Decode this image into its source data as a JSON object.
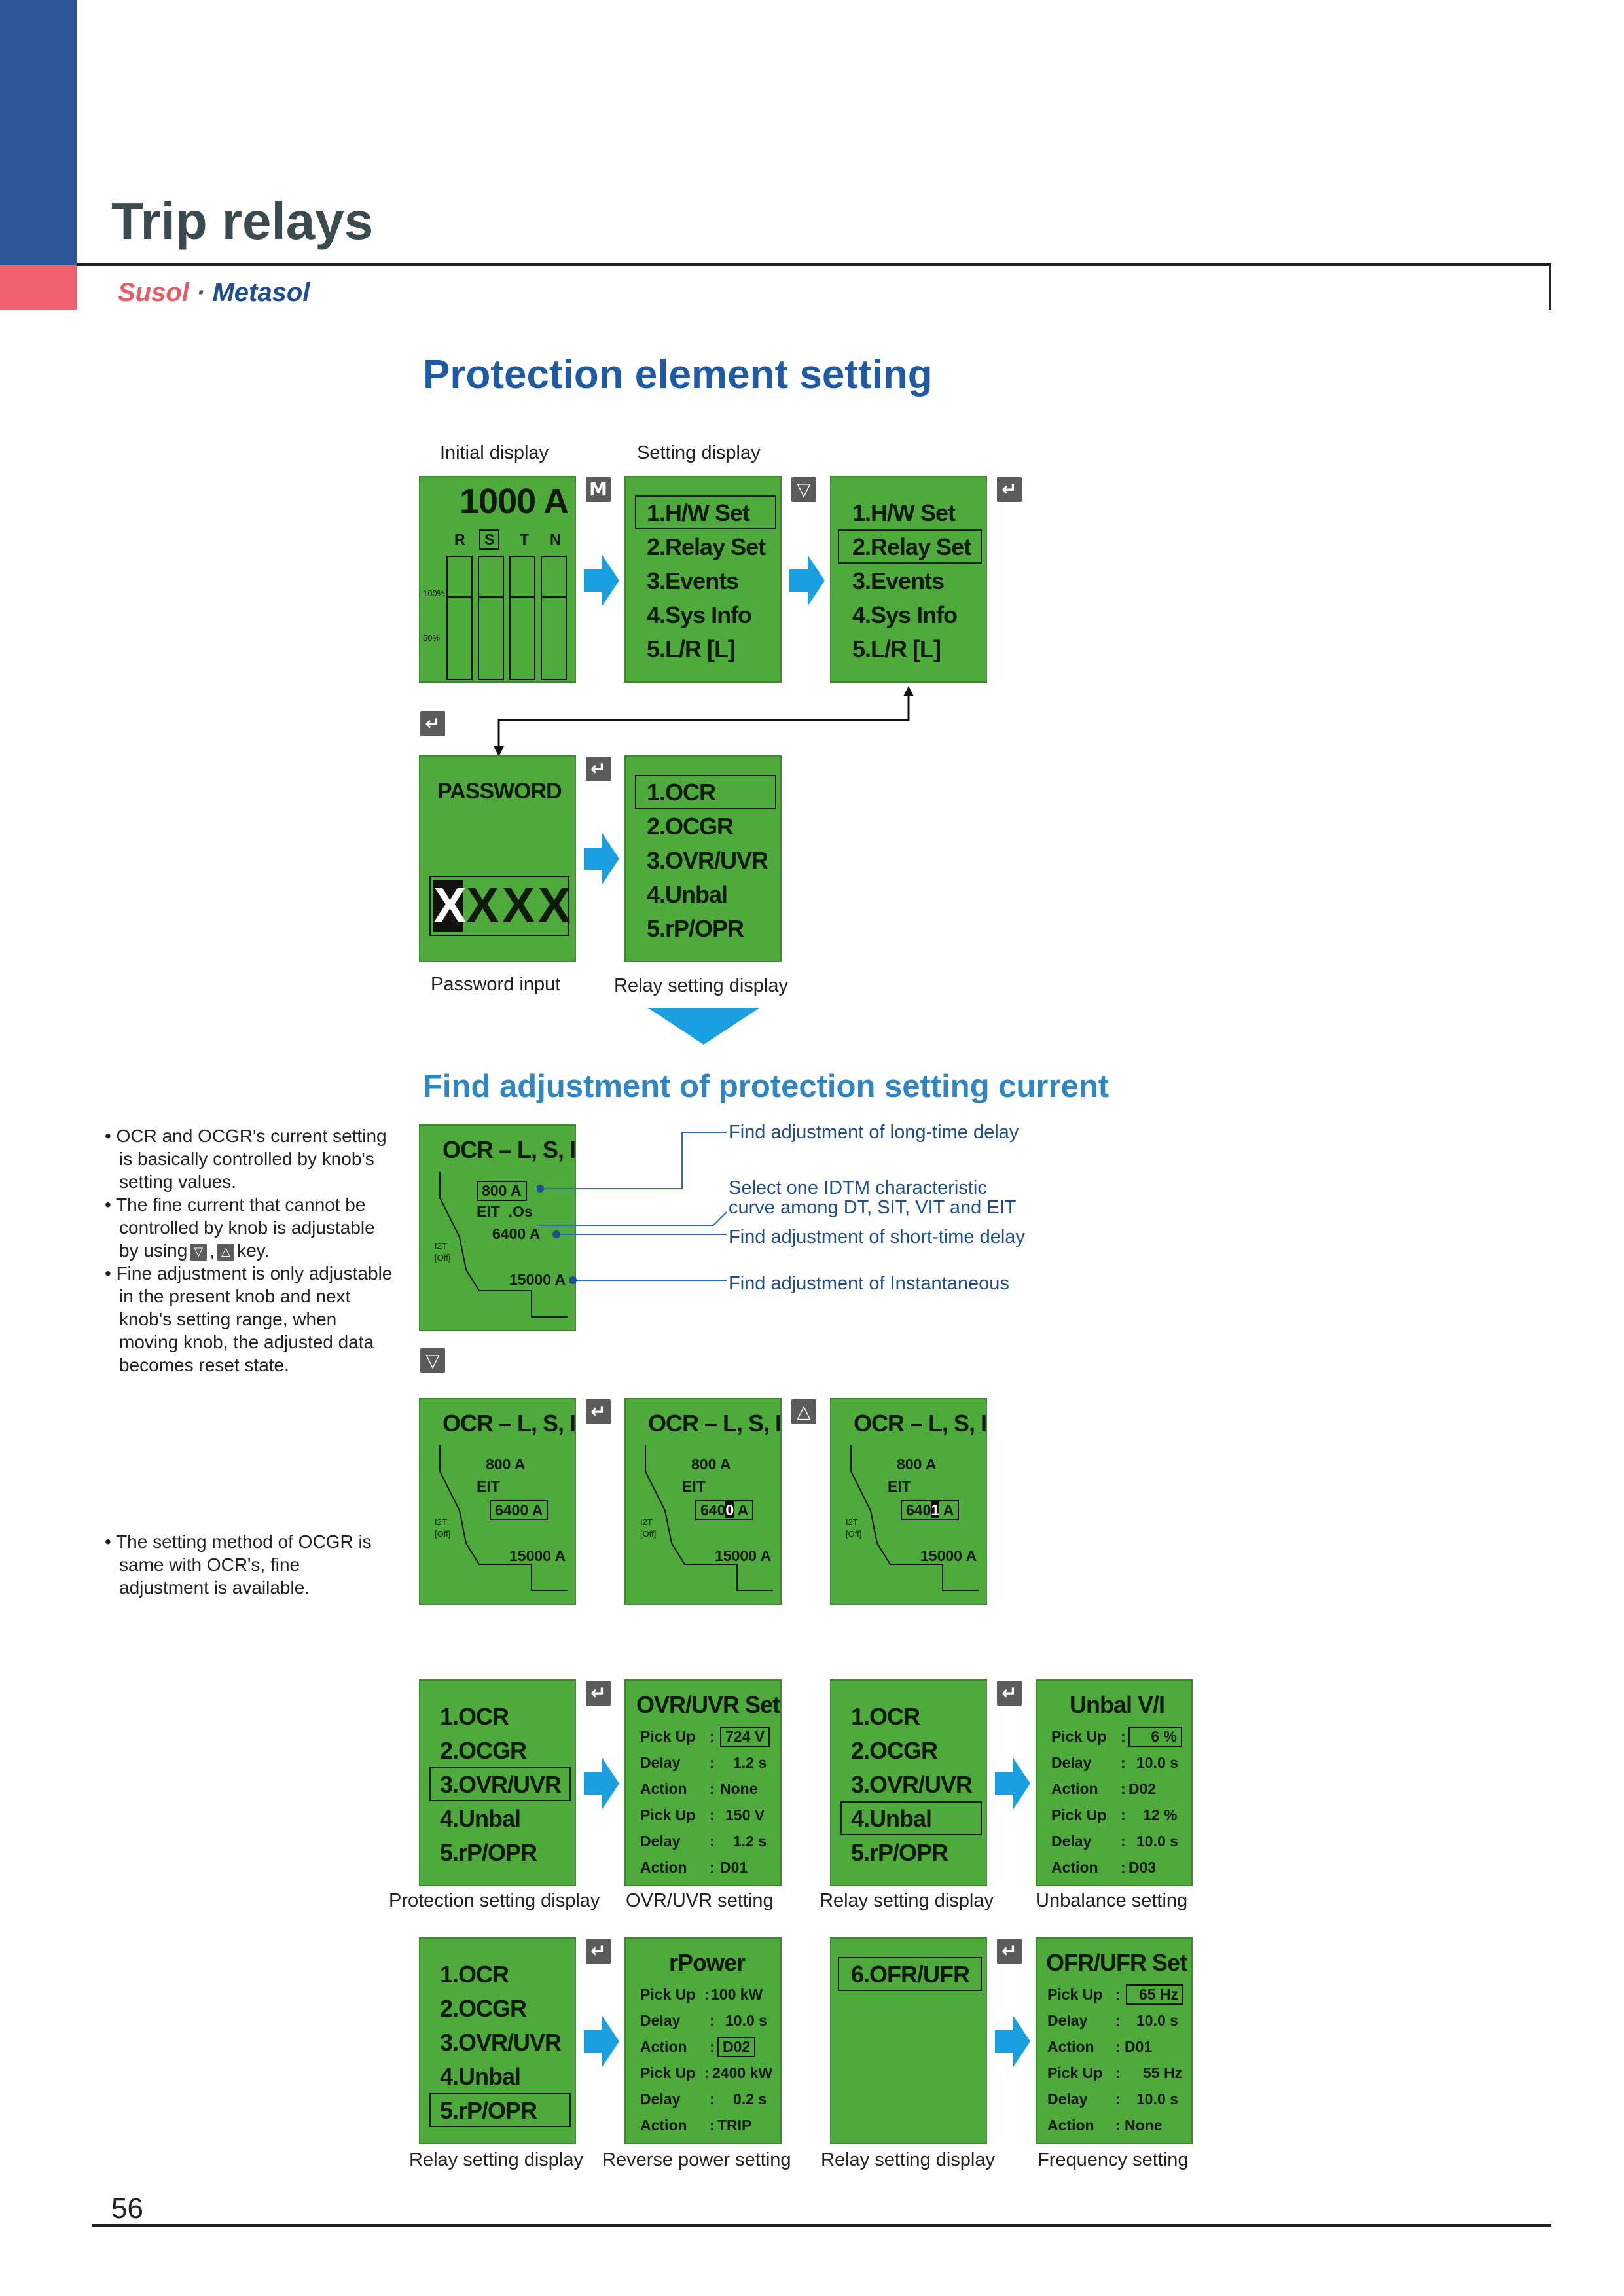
{
  "header": {
    "title": "Trip relays",
    "brand_susol": "Susol",
    "brand_dot": "·",
    "brand_metasol": "Metasol"
  },
  "section1": {
    "heading": "Protection element setting",
    "label_initial": "Initial display",
    "label_setting": "Setting display",
    "label_password": "Password input",
    "label_relay": "Relay setting display",
    "initial_lcd": {
      "value": "1000 A",
      "phases": [
        "R",
        "S",
        "T",
        "N"
      ],
      "scale_100": "100%",
      "scale_50": "50%"
    },
    "menu_main": [
      "1.H/W Set",
      "2.Relay Set",
      "3.Events",
      "4.Sys Info",
      "5.L/R [L]"
    ],
    "password_lcd": {
      "title": "PASSWORD",
      "first": "X",
      "rest": "XXX"
    },
    "menu_relay": [
      "1.OCR",
      "2.OCGR",
      "3.OVR/UVR",
      "4.Unbal",
      "5.rP/OPR"
    ]
  },
  "section2": {
    "heading": "Find adjustment of protection setting current",
    "bullets1": [
      "• OCR and OCGR's current setting is basically controlled by knob's setting values.",
      "• The fine current that cannot be controlled by knob is adjustable by using",
      "• Fine adjustment is only adjustable in the present knob and next knob's setting range, when moving knob, the adjusted data becomes reset state."
    ],
    "bullet_key_suffix": "key.",
    "bullets2": [
      "• The setting method of OCGR is same with OCR's, fine adjustment is available."
    ],
    "ocr_lcd": {
      "title": "OCR – L, S, I",
      "long": "800 A",
      "curve": "EIT",
      "curve_suffix": ".Os",
      "short": "6400 A",
      "inst": "15000 A",
      "i2t": "I2T",
      "off": "[Off]"
    },
    "annotations": [
      "Find adjustment of long-time delay",
      "Select one IDTM characteristic",
      "curve among DT, SIT, VIT and EIT",
      "Find adjustment of short-time delay",
      "Find adjustment of Instantaneous"
    ],
    "ocr_variants": [
      {
        "short_a": "6400 A"
      },
      {
        "short_pre": "640",
        "short_hl": "0",
        "short_post": " A"
      },
      {
        "short_pre": "640",
        "short_hl": "1",
        "short_post": " A"
      }
    ]
  },
  "section3": {
    "captions": [
      "Protection setting display",
      "OVR/UVR setting",
      "Relay setting display",
      "Unbalance setting",
      "Relay setting display",
      "Reverse power setting",
      "Relay setting display",
      "Frequency setting"
    ],
    "ovr": {
      "title": "OVR/UVR Set",
      "rows": [
        [
          "Pick Up",
          ":",
          "724 V"
        ],
        [
          "Delay",
          ":",
          "1.2 s"
        ],
        [
          "Action",
          ":",
          "None"
        ],
        [
          "Pick Up",
          ":",
          "150 V"
        ],
        [
          "Delay",
          ":",
          "1.2 s"
        ],
        [
          "Action",
          ":",
          "D01"
        ]
      ]
    },
    "unbal": {
      "title": "Unbal V/I",
      "rows": [
        [
          "Pick Up",
          ":",
          "6 %"
        ],
        [
          "Delay",
          ":",
          "10.0 s"
        ],
        [
          "Action",
          ":",
          "D02"
        ],
        [
          "Pick Up",
          ":",
          "12 %"
        ],
        [
          "Delay",
          ":",
          "10.0 s"
        ],
        [
          "Action",
          ":",
          "D03"
        ]
      ]
    },
    "rpower": {
      "title": "rPower",
      "rows": [
        [
          "Pick Up",
          ":",
          "100 kW"
        ],
        [
          "Delay",
          ":",
          "10.0 s"
        ],
        [
          "Action",
          ":",
          "D02"
        ],
        [
          "Pick Up",
          ":",
          "2400 kW"
        ],
        [
          "Delay",
          ":",
          "0.2 s"
        ],
        [
          "Action",
          ":",
          "TRIP"
        ]
      ]
    },
    "ofr_menu": "6.OFR/UFR",
    "ofr": {
      "title": "OFR/UFR Set",
      "rows": [
        [
          "Pick Up",
          ":",
          "65 Hz"
        ],
        [
          "Delay",
          ":",
          "10.0 s"
        ],
        [
          "Action",
          ":",
          "D01"
        ],
        [
          "Pick Up",
          ":",
          "55 Hz"
        ],
        [
          "Delay",
          ":",
          "10.0 s"
        ],
        [
          "Action",
          ":",
          "None"
        ]
      ]
    }
  },
  "keys": {
    "menu": "M",
    "down": "▽",
    "up": "△",
    "enter": "↵"
  },
  "footer": {
    "page": "56"
  }
}
